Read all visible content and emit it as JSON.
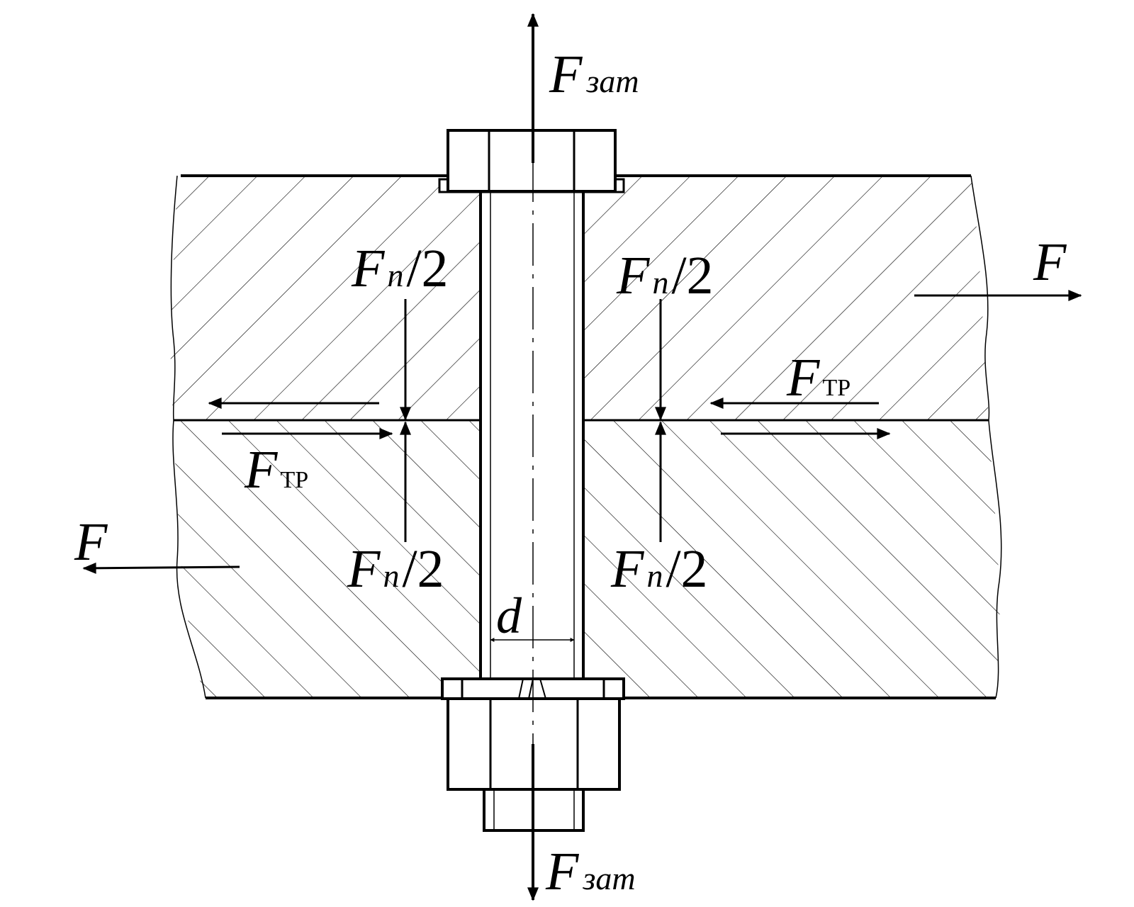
{
  "labels": {
    "f_zat_top": {
      "main": "F",
      "sub": "зат"
    },
    "f_zat_bottom": {
      "main": "F",
      "sub": "зат"
    },
    "f_right": {
      "main": "F"
    },
    "f_left": {
      "main": "F"
    },
    "fn_top_left": {
      "main": "F",
      "sub": "n",
      "tail": "/2"
    },
    "fn_top_right": {
      "main": "F",
      "sub": "n",
      "tail": "/2"
    },
    "fn_bottom_left": {
      "main": "F",
      "sub": "n",
      "tail": "/2"
    },
    "fn_bottom_right": {
      "main": "F",
      "sub": "n",
      "tail": "/2"
    },
    "ftr_left": {
      "main": "F",
      "sub": "ТР"
    },
    "ftr_right": {
      "main": "F",
      "sub": "ТР"
    },
    "diameter": "d"
  },
  "colors": {
    "line": "#000000",
    "background": "#ffffff"
  }
}
